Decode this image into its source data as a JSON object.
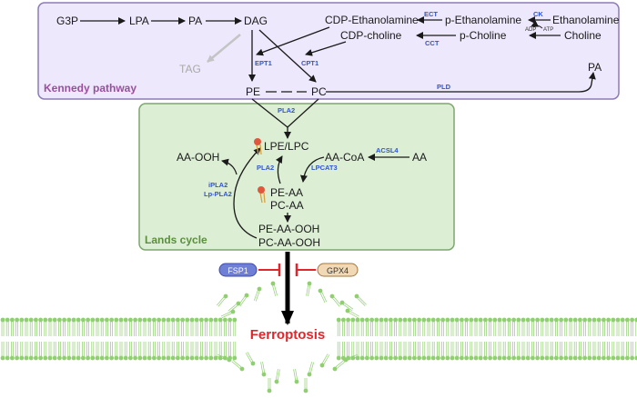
{
  "kennedy": {
    "title": "Kennedy pathway",
    "g3p": "G3P",
    "lpa": "LPA",
    "pa1": "PA",
    "dag": "DAG",
    "cdp_eth": "CDP-Ethanolamine",
    "cdp_chol": "CDP-choline",
    "p_eth": "p-Ethanolamine",
    "p_chol": "p-Choline",
    "ethanolamine": "Ethanolamine",
    "choline": "Choline",
    "tag": "TAG",
    "pe": "PE",
    "pc": "PC",
    "pa2": "PA",
    "ect": "ECT",
    "cct": "CCT",
    "ck": "CK",
    "adp": "ADP",
    "atp": "ATP",
    "ept1": "EPT1",
    "cpt1": "CPT1",
    "pld": "PLD"
  },
  "lands": {
    "title": "Lands cycle",
    "pla2_top": "PLA2",
    "lpe_lpc": "LPE/LPC",
    "aa_ooh": "AA-OOH",
    "aa_coa": "AA-CoA",
    "aa": "AA",
    "acsl4": "ACSL4",
    "pla2": "PLA2",
    "lpcat3": "LPCAT3",
    "ipla2": "iPLA2",
    "lp_pla2": "Lp-PLA2",
    "pe_aa": "PE-AA",
    "pc_aa": "PC-AA",
    "pe_aa_ooh": "PE-AA-OOH",
    "pc_aa_ooh": "PC-AA-OOH"
  },
  "outcome": {
    "fsp1": "FSP1",
    "gpx4": "GPX4",
    "ferroptosis": "Ferroptosis"
  },
  "colors": {
    "kennedy_fill": "#ede8fb",
    "kennedy_border": "#8d7ab8",
    "kennedy_title": "#9a4f9e",
    "lands_fill": "#dcefd5",
    "lands_border": "#7fa66f",
    "lands_title": "#5b8e3d",
    "enzyme": "#2f55d4",
    "inhibit": "#e0262b",
    "ferroptosis": "#e0262b",
    "membrane": "#8fcf6f",
    "fsp1_fill": "#6f7fd6",
    "gpx4_fill": "#f2d9b5"
  }
}
